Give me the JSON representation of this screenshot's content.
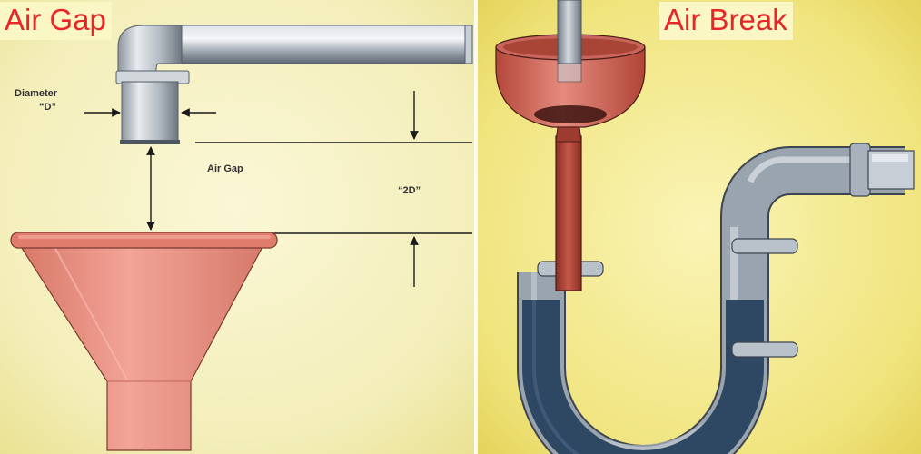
{
  "panels": {
    "air_gap": {
      "title": "Air Gap",
      "labels": {
        "diameter_line1": "Diameter",
        "diameter_line2": "“D”",
        "air_gap": "Air Gap",
        "two_d": "“2D”"
      }
    },
    "air_break": {
      "title": "Air Break"
    }
  },
  "colors": {
    "title_text": "#e8262a",
    "background": "#f3efc8",
    "funnel": "#e58b7e",
    "pipe": "#b7bec7",
    "water": "#2e4863"
  }
}
